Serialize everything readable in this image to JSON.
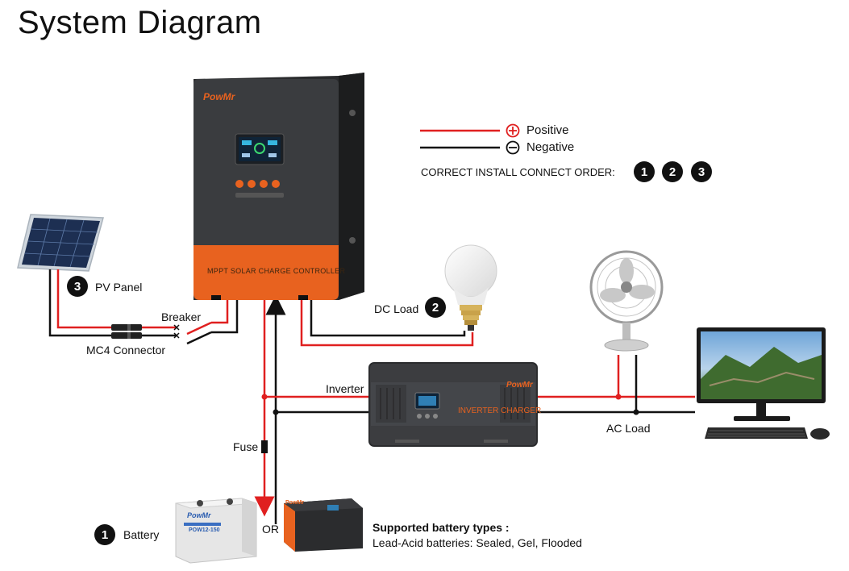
{
  "title": "System Diagram",
  "legend": {
    "positive_label": "Positive",
    "negative_label": "Negative",
    "positive_color": "#e02020",
    "negative_color": "#111111",
    "order_label": "CORRECT INSTALL CONNECT ORDER:",
    "order_numbers": [
      "1",
      "2",
      "3"
    ]
  },
  "controller": {
    "brand": "PowMr",
    "model_label": "MPPT SOLAR CHARGE CONTROLLER",
    "body_color": "#3a3c3f",
    "accent_color": "#e8621f"
  },
  "inverter": {
    "brand": "PowMr",
    "model_label": "INVERTER CHARGER",
    "label": "Inverter"
  },
  "components": {
    "pv_panel": {
      "step": "3",
      "label": "PV Panel"
    },
    "breaker": {
      "label": "Breaker"
    },
    "mc4": {
      "label": "MC4 Connector"
    },
    "dc_load": {
      "step": "2",
      "label": "DC Load"
    },
    "ac_load": {
      "label": "AC Load"
    },
    "fuse": {
      "label": "Fuse"
    },
    "battery": {
      "step": "1",
      "label": "Battery",
      "brand": "PowMr",
      "model": "POW12-150"
    },
    "lithium_battery": {
      "brand": "PowMr"
    },
    "or_label": "OR"
  },
  "battery_types": {
    "heading": "Supported battery types :",
    "list": "Lead-Acid batteries: Sealed, Gel, Flooded"
  }
}
